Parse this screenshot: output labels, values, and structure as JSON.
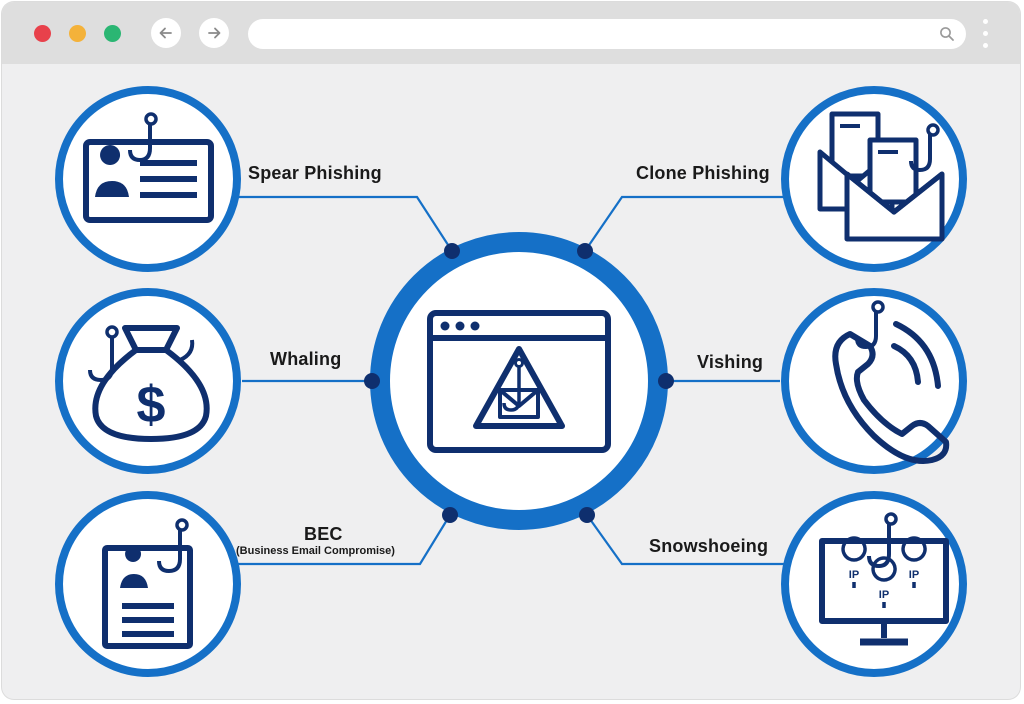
{
  "browser": {
    "traffic_lights": {
      "close": "#e8414b",
      "minimize": "#f4b23a",
      "maximize": "#2bb673"
    },
    "back_icon": "arrow-left-icon",
    "forward_icon": "arrow-right-icon",
    "address": {
      "value": "",
      "placeholder": ""
    },
    "search_icon": "magnifier-icon",
    "menu_icon": "kebab-menu-icon"
  },
  "colors": {
    "ring": "#1570c7",
    "navy": "#0f2f6e",
    "connector": "#1570c7",
    "background": "#efeff0"
  },
  "hub": {
    "icon": "browser-window-with-phishing-warning-icon"
  },
  "nodes": [
    {
      "id": "spear",
      "label": "Spear Phishing",
      "icon": "id-card-hook-icon"
    },
    {
      "id": "clone",
      "label": "Clone Phishing",
      "icon": "envelopes-hook-icon"
    },
    {
      "id": "whaling",
      "label": "Whaling",
      "icon": "money-bag-hook-icon"
    },
    {
      "id": "vishing",
      "label": "Vishing",
      "icon": "phone-hook-icon"
    },
    {
      "id": "bec",
      "label": "BEC",
      "sublabel": "(Business Email Compromise)",
      "icon": "document-hook-icon"
    },
    {
      "id": "snow",
      "label": "Snowshoeing",
      "icon": "monitor-ip-hook-icon"
    }
  ]
}
